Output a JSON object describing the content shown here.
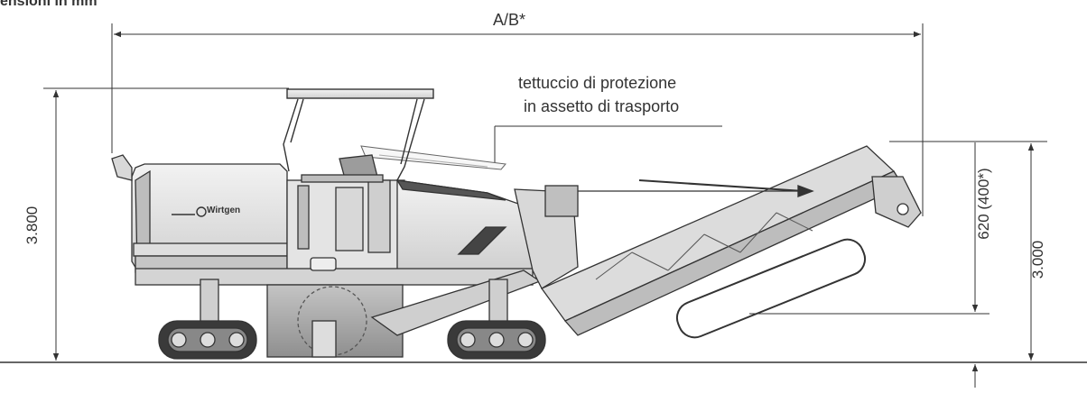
{
  "header": {
    "units_caption": "ensioni in mm"
  },
  "dimensions": {
    "overall_length": "A/B*",
    "total_height": "3.800",
    "conveyor_height": "3.000",
    "conveyor_clearance": "620 (400*)"
  },
  "callout": {
    "line1": "tettuccio di protezione",
    "line2": "in assetto di trasporto"
  },
  "machine": {
    "brand_logo": "Wirtgen"
  },
  "colors": {
    "line": "#333333",
    "body_light": "#e9e9e9",
    "body_mid": "#cfcfcf",
    "body_dark": "#9a9a9a"
  }
}
